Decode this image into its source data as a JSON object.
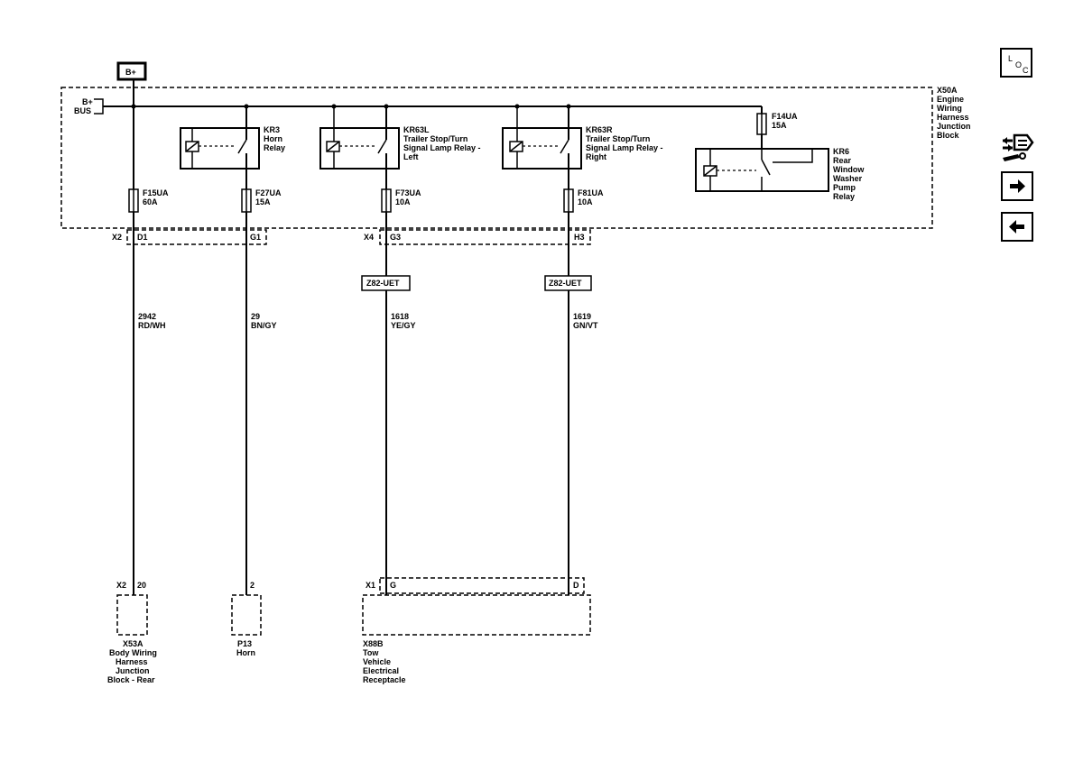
{
  "power": {
    "battery_label": "B+",
    "bus_label_1": "B+",
    "bus_label_2": "BUS"
  },
  "block": {
    "name_lines": [
      "X50A",
      "Engine",
      "Wiring",
      "Harness",
      "Junction",
      "Block"
    ]
  },
  "relays": [
    {
      "id": "KR3",
      "lines": [
        "KR3",
        "Horn",
        "Relay"
      ]
    },
    {
      "id": "KR63L",
      "lines": [
        "KR63L",
        "Trailer Stop/Turn",
        "Signal Lamp Relay -",
        "Left"
      ]
    },
    {
      "id": "KR63R",
      "lines": [
        "KR63R",
        "Trailer Stop/Turn",
        "Signal Lamp Relay -",
        "Right"
      ]
    },
    {
      "id": "KR6",
      "lines": [
        "KR6",
        "Rear",
        "Window",
        "Washer",
        "Pump",
        "Relay"
      ]
    }
  ],
  "fuses": [
    {
      "name": "F15UA",
      "rating": "60A"
    },
    {
      "name": "F27UA",
      "rating": "15A"
    },
    {
      "name": "F73UA",
      "rating": "10A"
    },
    {
      "name": "F81UA",
      "rating": "10A"
    },
    {
      "name": "F14UA",
      "rating": "15A"
    }
  ],
  "upper_connectors": {
    "x2": "X2",
    "x2_pin": "D1",
    "g1": "G1",
    "x4": "X4",
    "x4_pin": "G3",
    "h3": "H3"
  },
  "options": {
    "left": "Z82-UET",
    "right": "Z82-UET"
  },
  "circuits": [
    {
      "number": "2942",
      "color": "RD/WH"
    },
    {
      "number": "29",
      "color": "BN/GY"
    },
    {
      "number": "1618",
      "color": "YE/GY"
    },
    {
      "number": "1619",
      "color": "GN/VT"
    }
  ],
  "lower": {
    "x53a_conn": "X2",
    "x53a_pin": "20",
    "x53a_lines": [
      "X53A",
      "Body Wiring",
      "Harness",
      "Junction",
      "Block - Rear"
    ],
    "p13_pin": "2",
    "p13_lines": [
      "P13",
      "Horn"
    ],
    "x88b_conn": "X1",
    "x88b_pin_g": "G",
    "x88b_pin_d": "D",
    "x88b_lines": [
      "X88B",
      "Tow",
      "Vehicle",
      "Electrical",
      "Receptacle"
    ]
  },
  "nav": {
    "loc_l": "L",
    "loc_o": "O",
    "loc_c": "C"
  }
}
